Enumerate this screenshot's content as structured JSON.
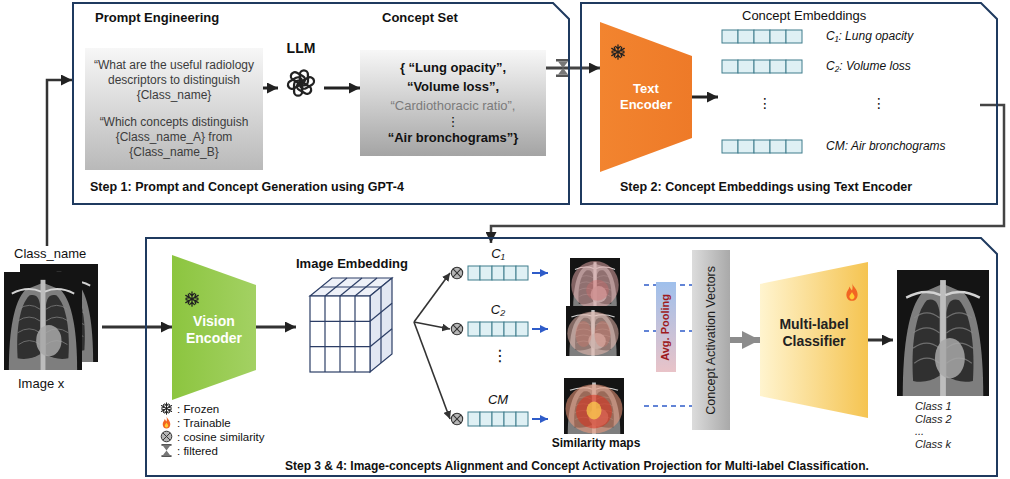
{
  "diagram": {
    "nodes": [
      {
        "text": [
          "Step 1: Prompt and Concept Generation using GPT-4"
        ]
      },
      {
        "text": [
          "Prompt Engineering",
          "“What are the useful radiology descriptors to distinguish {Class_name}",
          "“Which concepts distinguish {Class_name_A} from {Class_name_B}"
        ],
        "in": 0
      },
      {
        "text": [
          "LLM"
        ],
        "in": 0
      },
      {
        "text": [
          "Concept Set",
          "{ “Lung opacity”,",
          "“Volume loss”,",
          "“Cardiothoracic ratio”,",
          "⋮",
          "“Air bronchograms”}"
        ],
        "in": 0
      },
      {
        "text": [
          "Step 2: Concept Embeddings using Text Encoder"
        ]
      },
      {
        "text": [
          "Text Encoder"
        ],
        "in": 4
      },
      {
        "text": [
          "Concept Embeddings",
          "C₁: Lung opacity",
          "C₂: Volume loss",
          "⋮",
          "⋮",
          "CM: Air bronchograms"
        ],
        "in": 4
      },
      {
        "text": [
          "Class_name",
          "Image x"
        ]
      },
      {
        "text": [
          "Step 3 & 4: Image-concepts Alignment and Concept Activation Projection for Multi-label Classification."
        ]
      },
      {
        "text": [
          "Vision Encoder"
        ],
        "in": 8
      },
      {
        "text": [
          "Image Embedding"
        ],
        "in": 8
      },
      {
        "text": [
          "C₁"
        ],
        "in": 8
      },
      {
        "text": [
          "C₂"
        ],
        "in": 8
      },
      {
        "text": [
          "CM"
        ],
        "in": 8
      },
      {
        "text": [
          "Similarity maps"
        ],
        "in": 8
      },
      {
        "text": [
          "Avg. Pooling"
        ],
        "in": 8
      },
      {
        "text": [
          "Concept Activation Vectors"
        ],
        "in": 8
      },
      {
        "text": [
          "Multi-label Classifier"
        ],
        "in": 8
      },
      {
        "text": [
          "Class 1",
          "Class 2",
          "...",
          "Class k"
        ],
        "in": 8
      }
    ],
    "edges": [
      {
        "from": 7,
        "to": 0,
        "arrow": "to"
      },
      {
        "from": 1,
        "to": 2,
        "arrow": "to"
      },
      {
        "from": 2,
        "to": 3,
        "arrow": "to"
      },
      {
        "from": 3,
        "to": 5,
        "arrow": "to"
      },
      {
        "from": 5,
        "to": 6,
        "arrow": "to"
      },
      {
        "from": 6,
        "to": 11,
        "arrow": "to"
      },
      {
        "from": 7,
        "to": 9,
        "arrow": "to"
      },
      {
        "from": 9,
        "to": 10,
        "arrow": "to"
      },
      {
        "from": 10,
        "to": 11,
        "arrow": "to"
      },
      {
        "from": 10,
        "to": 12,
        "arrow": "to"
      },
      {
        "from": 10,
        "to": 13,
        "arrow": "to"
      },
      {
        "from": 11,
        "to": 14,
        "arrow": "to"
      },
      {
        "from": 12,
        "to": 14,
        "arrow": "to"
      },
      {
        "from": 13,
        "to": 14,
        "arrow": "to"
      },
      {
        "from": 14,
        "to": 16,
        "arrow": "none"
      },
      {
        "from": 14,
        "to": 16,
        "arrow": "none"
      },
      {
        "from": 14,
        "to": 16,
        "arrow": "none"
      },
      {
        "from": 16,
        "to": 17,
        "arrow": "to"
      },
      {
        "from": 17,
        "to": 18,
        "arrow": "to"
      }
    ],
    "labels": [
      "⋮"
    ],
    "legend": [
      {
        "text": ": Frozen"
      },
      {
        "text": ": Trainable"
      },
      {
        "text": ": cosine similarity"
      },
      {
        "text": ": filtered"
      }
    ]
  }
}
